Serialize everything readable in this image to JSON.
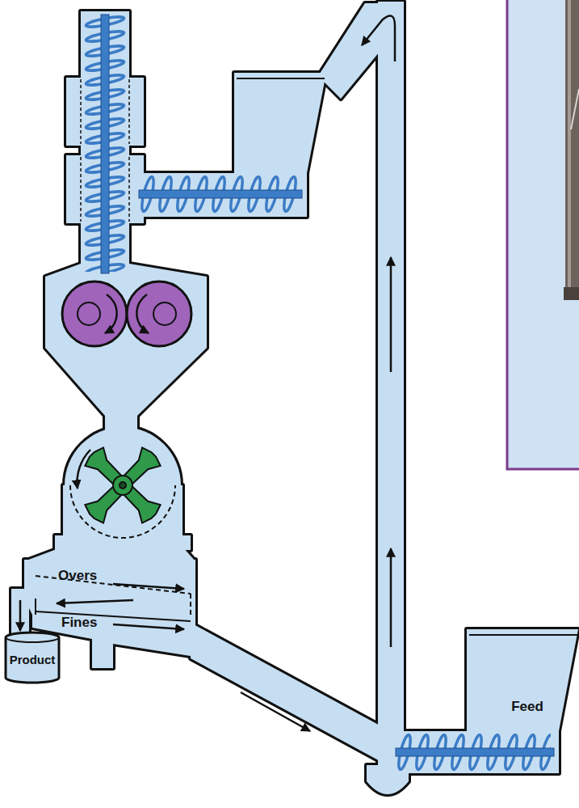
{
  "diagram": {
    "nodes": [
      {
        "text": [
          "Overs",
          "Fines"
        ]
      },
      {
        "text": [
          "Product"
        ]
      },
      {
        "text": [
          "Feed"
        ]
      }
    ],
    "edges": [
      {
        "from": 0,
        "to": 1,
        "arrow": "to"
      }
    ]
  }
}
